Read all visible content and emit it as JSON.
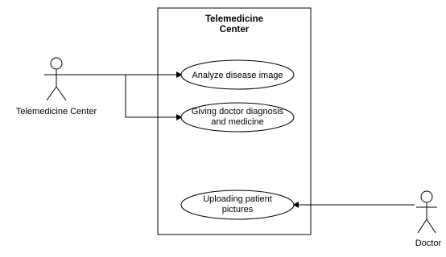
{
  "system": {
    "title_line1": "Telemedicine",
    "title_line2": "Center"
  },
  "actors": {
    "left_label": "Telemedicine Center",
    "right_label": "Doctor"
  },
  "use_cases": {
    "analyze": "Analyze disease image",
    "giving_line1": "Giving doctor diagnosis",
    "giving_line2": "and medicine",
    "uploading_line1": "Uploading patient",
    "uploading_line2": "pictures"
  },
  "colors": {
    "line": "#000000",
    "background": "#ffffff"
  }
}
